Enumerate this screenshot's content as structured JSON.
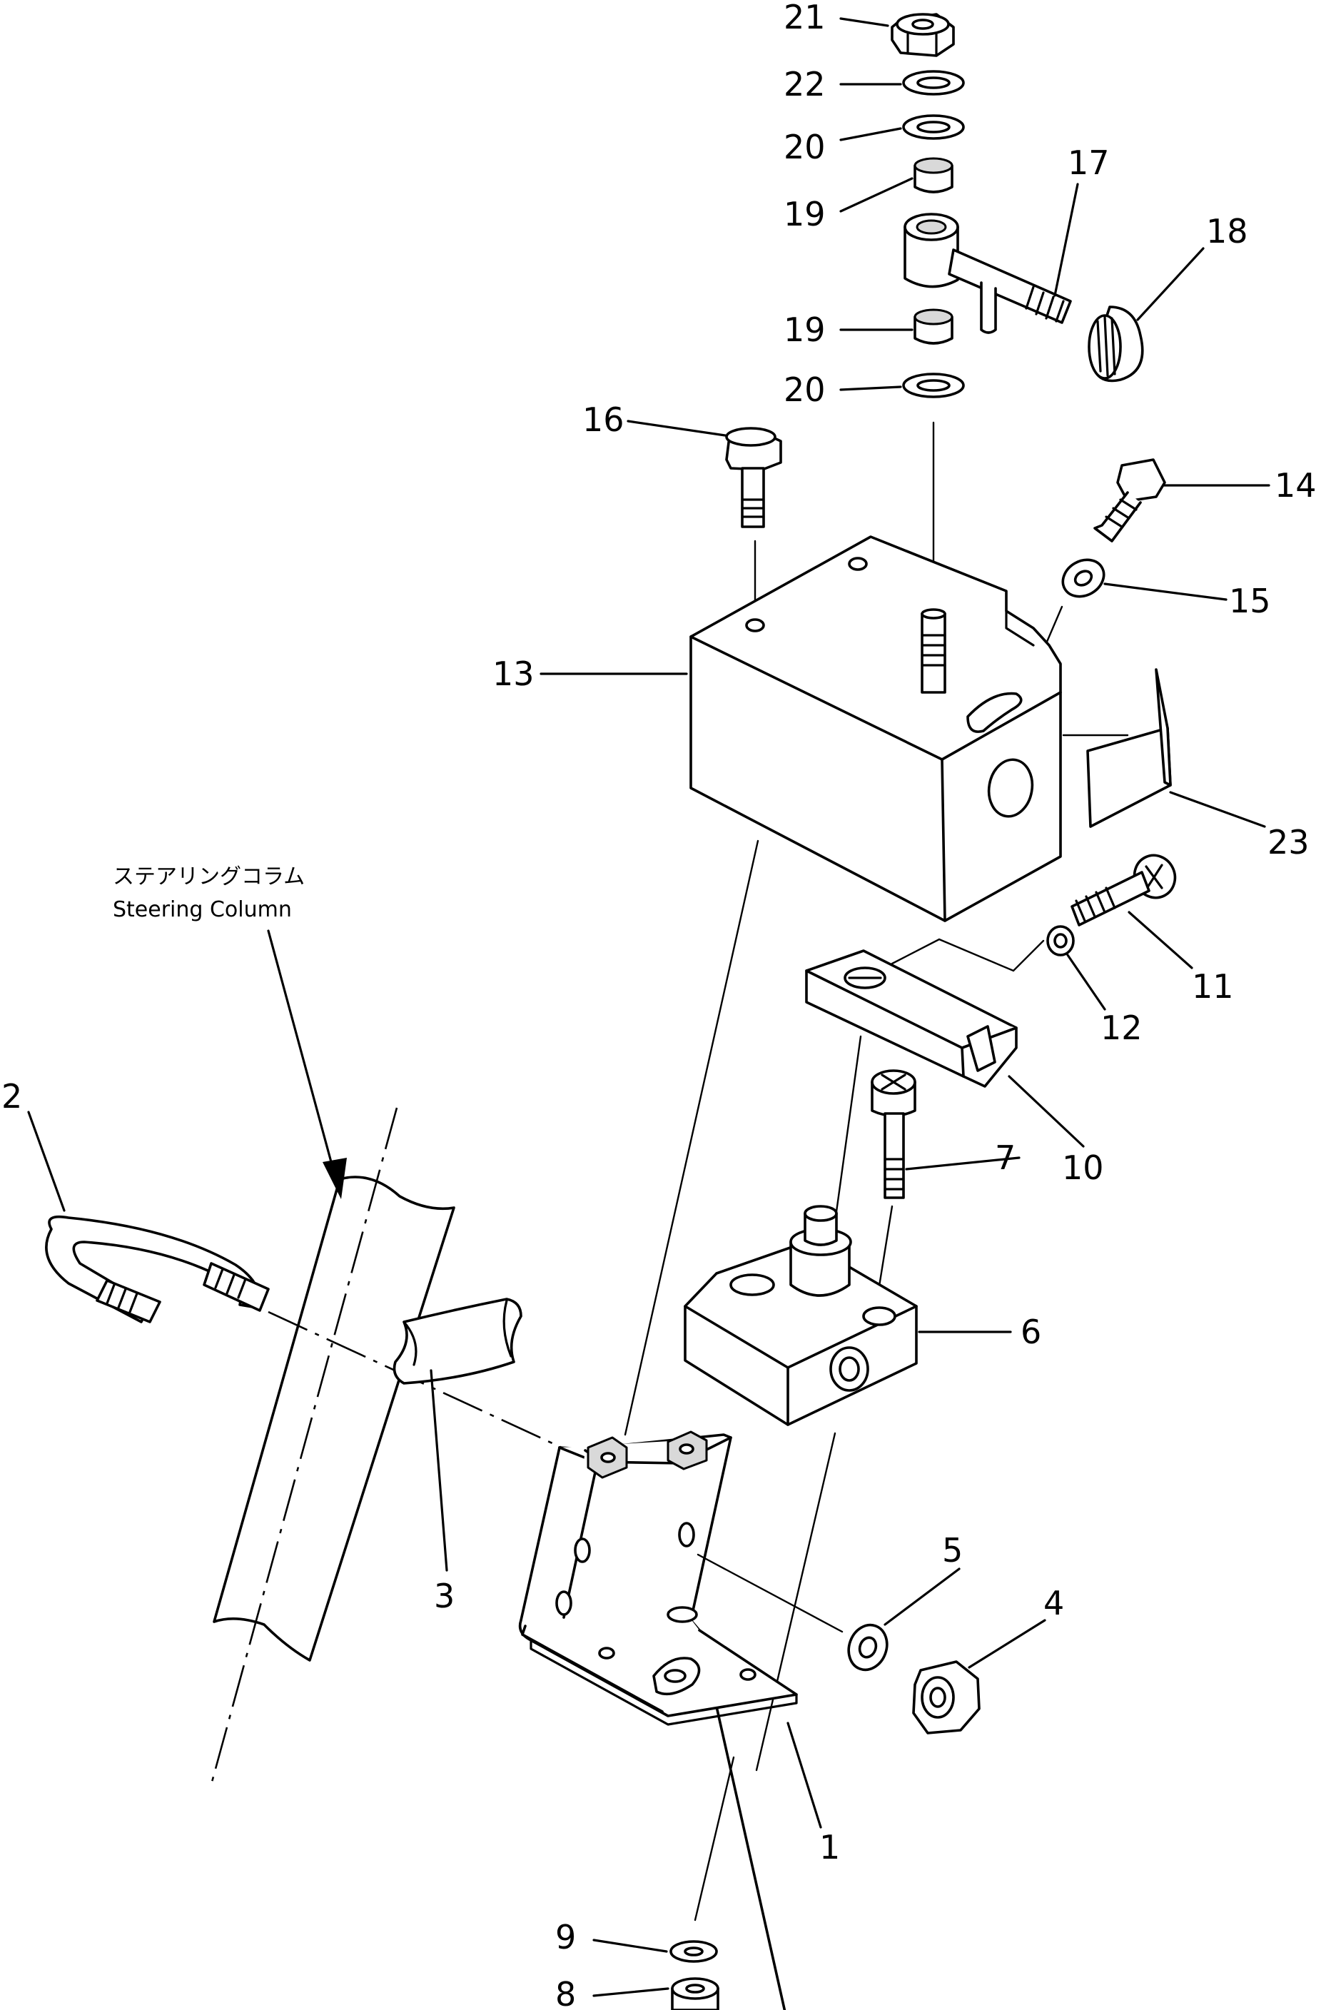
{
  "labels": {
    "p1": "1",
    "p2": "2",
    "p3": "3",
    "p4": "4",
    "p5": "5",
    "p6": "6",
    "p7": "7",
    "p8": "8",
    "p9": "9",
    "p10": "10",
    "p11": "11",
    "p12": "12",
    "p13": "13",
    "p14": "14",
    "p15": "15",
    "p16": "16",
    "p17": "17",
    "p18": "18",
    "p19a": "19",
    "p19b": "19",
    "p20a": "20",
    "p20b": "20",
    "p21": "21",
    "p22": "22",
    "p23": "23"
  },
  "caption": {
    "jp": "ステアリングコラム",
    "en": "Steering Column"
  }
}
